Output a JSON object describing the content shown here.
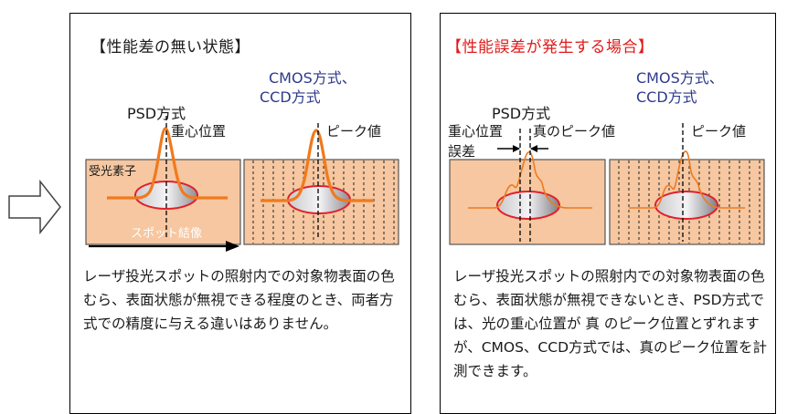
{
  "colors": {
    "peak_orange": "#f07a1e",
    "sensor_fill": "#f6c7a0",
    "blue_text": "#2e3a8c",
    "red_text": "#e11a1a",
    "spot_ring": "#e0202a"
  },
  "arrow_icon": "hollow-right-arrow",
  "left_panel": {
    "heading": "【性能差の無い状態】",
    "psd_label": "PSD方式",
    "cmos_label_line1": "CMOS方式、",
    "cmos_label_line2": "CCD方式",
    "centroid_label": "重心位置",
    "peak_label": "ピーク値",
    "sensor_label": "受光素子",
    "spot_label": "スポット結像",
    "description": "レーザ投光スポットの照射内での対象物表面の色むら、表面状態が無視できる程度のとき、両者方式での精度に与える違いはありません。"
  },
  "right_panel": {
    "heading": "【性能誤差が発生する場合】",
    "psd_label": "PSD方式",
    "cmos_label_line1": "CMOS方式、",
    "cmos_label_line2": "CCD方式",
    "centroid_label": "重心位置",
    "true_peak_label": "真のピーク値",
    "error_label": "誤差",
    "peak_label": "ピーク値",
    "description": "レーザ投光スポットの照射内での対象物表面の色むら、表面状態が無視できないとき、PSD方式では、光の重心位置が 真 のピーク位置とずれますが、CMOS、CCD方式では、真のピーク位置を計測できます。"
  }
}
